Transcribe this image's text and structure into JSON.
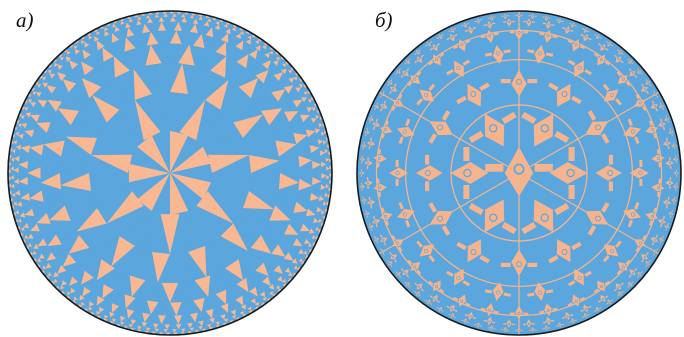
{
  "figure": {
    "panels": [
      {
        "id": "a",
        "label": "а)",
        "kind": "triangle-tiling",
        "colors": {
          "fill_a": "#f8b893",
          "fill_b": "#5ba6dc",
          "rim": "#1a1a1a"
        }
      },
      {
        "id": "b",
        "label": "б)",
        "kind": "motif-tiling",
        "colors": {
          "background": "#5ba6dc",
          "motif": "#f5b48e",
          "rim": "#1a1a1a"
        }
      }
    ]
  }
}
